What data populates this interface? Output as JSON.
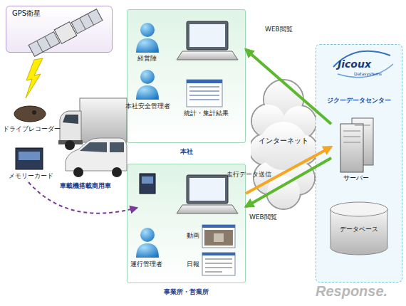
{
  "diagram": {
    "nodes": [
      {
        "text": [
          "GPS衛星"
        ]
      },
      {
        "text": [
          "本社"
        ]
      },
      {
        "text": [
          "事業所・営業所"
        ]
      },
      {
        "text": [
          "インターネット"
        ]
      },
      {
        "text": [
          "ジクーデータセンター"
        ]
      },
      {
        "text": [
          "サーバー"
        ],
        "in": 4
      },
      {
        "text": [
          "データベース"
        ],
        "in": 4
      }
    ],
    "edges": [
      {
        "from": 5,
        "to": 1,
        "arrow": "to",
        "label": "WEB閲覧"
      },
      {
        "from": 2,
        "to": 5,
        "arrow": "to",
        "label": "走行データ送信"
      },
      {
        "from": 5,
        "to": 2,
        "arrow": "to",
        "label": "WEB閲覧"
      }
    ],
    "labels": [
      "ドライブレコーダー",
      "メモリーカード",
      "車載機搭載商用車",
      "経営陣",
      "本社安全管理者",
      "統計・集計結果",
      "動画",
      "日報",
      "運行管理者",
      "Jicoux",
      "Datasystems",
      "Response."
    ]
  }
}
